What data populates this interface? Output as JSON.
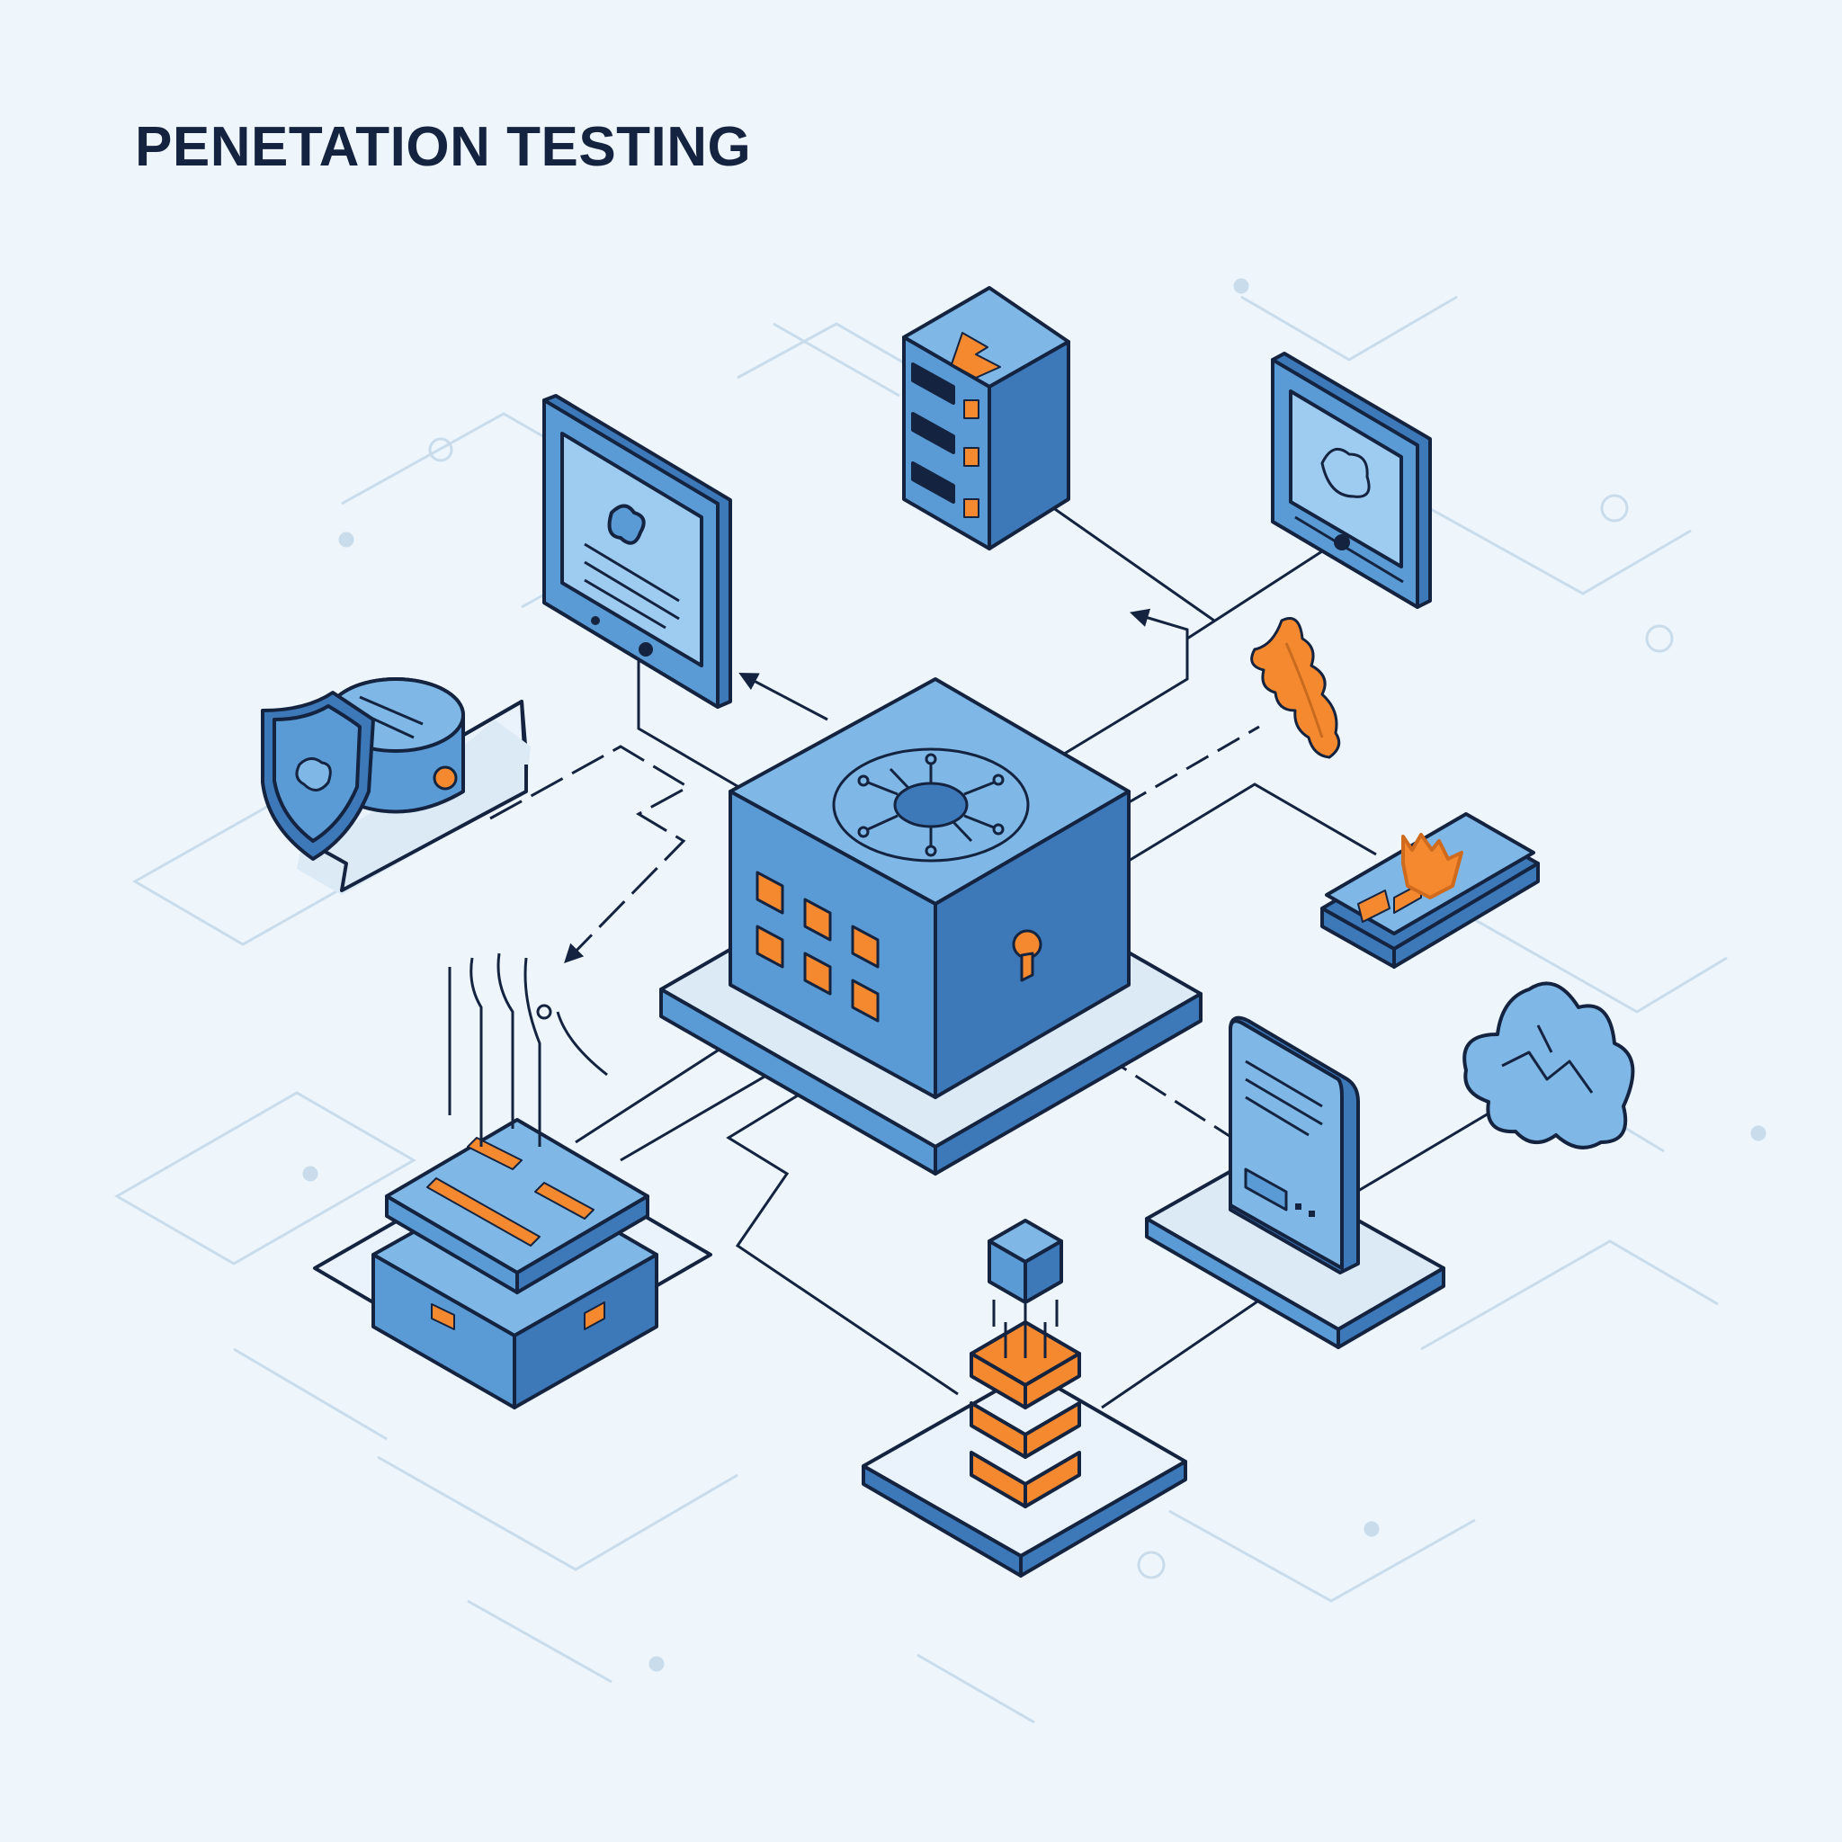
{
  "header": {
    "title": "PENETATION TESTING"
  },
  "colors": {
    "background": "#eef5fb",
    "outline": "#14233f",
    "blue_light": "#7fb7e6",
    "blue_mid": "#5b9bd5",
    "blue_dark": "#3d78b8",
    "orange": "#f5892f",
    "circuit": "#c9dcec"
  },
  "diagram": {
    "nodes": [
      {
        "id": "central-cube",
        "icon": "virus-chip-icon"
      },
      {
        "id": "tablet-top-left",
        "icon": "tablet-icon"
      },
      {
        "id": "server-top",
        "icon": "server-rack-icon"
      },
      {
        "id": "monitor-top-right",
        "icon": "monitor-icon"
      },
      {
        "id": "shield-database",
        "icon": "shield-icon"
      },
      {
        "id": "bug-orange",
        "icon": "bug-icon"
      },
      {
        "id": "card-firewall",
        "icon": "fire-icon"
      },
      {
        "id": "cloud-right",
        "icon": "cloud-icon"
      },
      {
        "id": "mobile-right",
        "icon": "phone-icon"
      },
      {
        "id": "hardware-stack",
        "icon": "hardware-icon"
      },
      {
        "id": "stack-orange",
        "icon": "stack-icon"
      }
    ]
  }
}
